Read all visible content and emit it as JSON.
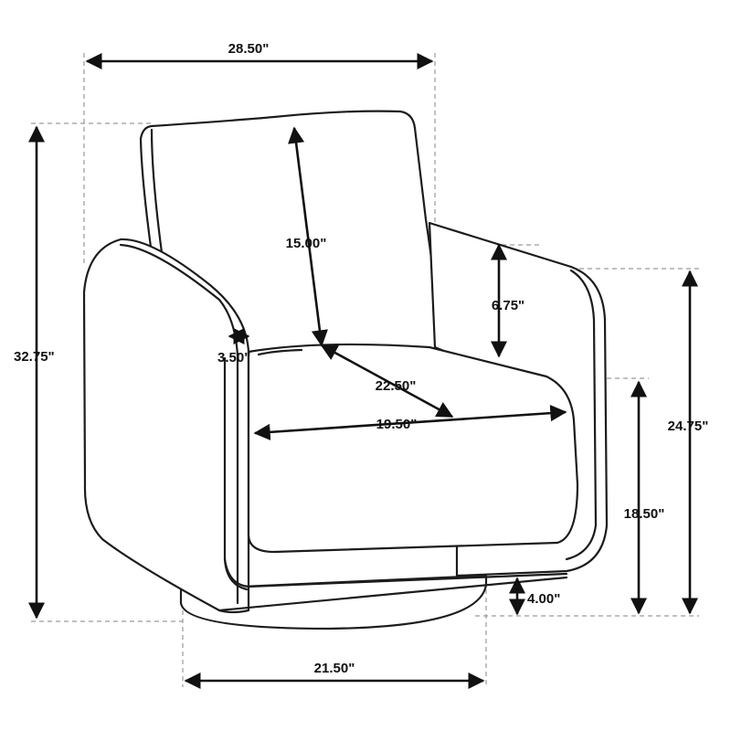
{
  "dimensions": {
    "overall_width": "28.50\"",
    "overall_height": "32.75\"",
    "back_height": "15.00\"",
    "arm_height_above_seat": "6.75\"",
    "arm_width": "3.50\"",
    "seat_depth": "22.50\"",
    "seat_width": "19.50\"",
    "arm_height": "24.75\"",
    "seat_height": "18.50\"",
    "base_height": "4.00\"",
    "base_width": "21.50\""
  }
}
